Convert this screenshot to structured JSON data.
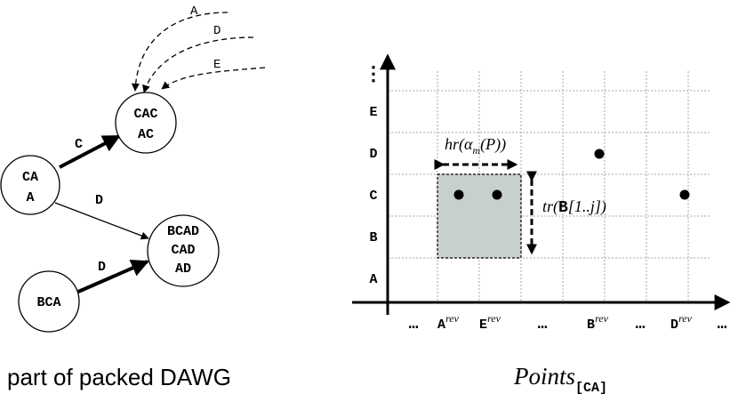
{
  "dawg": {
    "caption": "part of packed DAWG",
    "nodes": [
      {
        "id": "cac",
        "lines": [
          "CAC",
          "AC"
        ]
      },
      {
        "id": "ca",
        "lines": [
          "CA",
          "A"
        ]
      },
      {
        "id": "bcad",
        "lines": [
          "BCAD",
          "CAD",
          "AD"
        ]
      },
      {
        "id": "bca",
        "lines": [
          "BCA"
        ]
      }
    ],
    "edges": [
      {
        "from": "ca",
        "to": "cac",
        "label": "C",
        "style": "bold"
      },
      {
        "from": "ca",
        "to": "bcad",
        "label": "D",
        "style": "thin"
      },
      {
        "from": "bca",
        "to": "bcad",
        "label": "D",
        "style": "bold"
      }
    ],
    "incoming_dashed": [
      "A",
      "D",
      "E"
    ]
  },
  "grid": {
    "caption_main": "Points",
    "caption_sub": "[CA]",
    "y_labels": [
      "A",
      "B",
      "C",
      "D",
      "E"
    ],
    "y_top": "⋮",
    "x_ellipsis": "…",
    "x_labels": [
      {
        "base": "A",
        "sup": "rev"
      },
      {
        "base": "E",
        "sup": "rev"
      },
      {
        "base": "B",
        "sup": "rev"
      },
      {
        "base": "D",
        "sup": "rev"
      }
    ],
    "points": [
      {
        "x": "A",
        "y": "C"
      },
      {
        "x": "E",
        "y": "C"
      },
      {
        "x": "B",
        "y": "D"
      },
      {
        "x": "D",
        "y": "C"
      }
    ],
    "hr_label": {
      "pre": "hr(α",
      "sub": "m",
      "post": "(P))"
    },
    "tr_label": {
      "pre": "tr(",
      "bold": "B",
      "post": "[1..j])"
    }
  }
}
